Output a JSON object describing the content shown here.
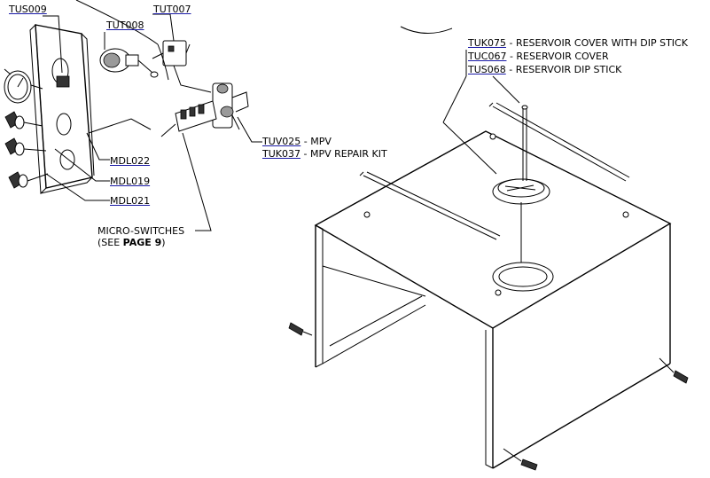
{
  "callouts": {
    "tus009": "TUS009",
    "tut008": "TUT008",
    "tut007": "TUT007",
    "tuk075": {
      "code": "TUK075",
      "desc": " - RESERVOIR COVER WITH DIP STICK"
    },
    "tuc067": {
      "code": "TUC067",
      "desc": " - RESERVOIR COVER"
    },
    "tus068": {
      "code": "TUS068",
      "desc": " - RESERVOIR DIP STICK"
    },
    "tuv025": {
      "code": "TUV025",
      "desc": " - MPV"
    },
    "tuk037": {
      "code": "TUK037",
      "desc": " - MPV REPAIR KIT"
    },
    "mdl022": "MDL022",
    "mdl019": "MDL019",
    "mdl021": "MDL021",
    "micro_switches": {
      "line1": "MICRO-SWITCHES",
      "line2_prefix": "(SEE ",
      "line2_ref": "PAGE 9",
      "line2_suffix": ")"
    }
  },
  "colors": {
    "line": "#000000",
    "link_underline": "#1a1aa6",
    "background": "#ffffff"
  }
}
